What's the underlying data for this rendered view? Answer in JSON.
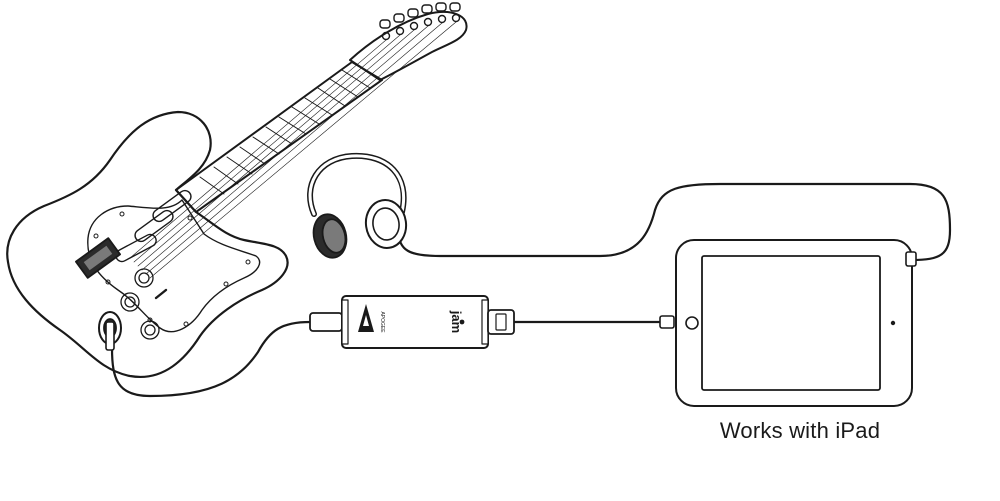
{
  "caption": "Works with iPad",
  "interface": {
    "name_text": "jam",
    "brand_text": "APOGEE"
  },
  "colors": {
    "line": "#1a1a1a",
    "fill": "#ffffff",
    "dark_fill": "#2b2b2b",
    "mid_fill": "#7a7a7a"
  }
}
